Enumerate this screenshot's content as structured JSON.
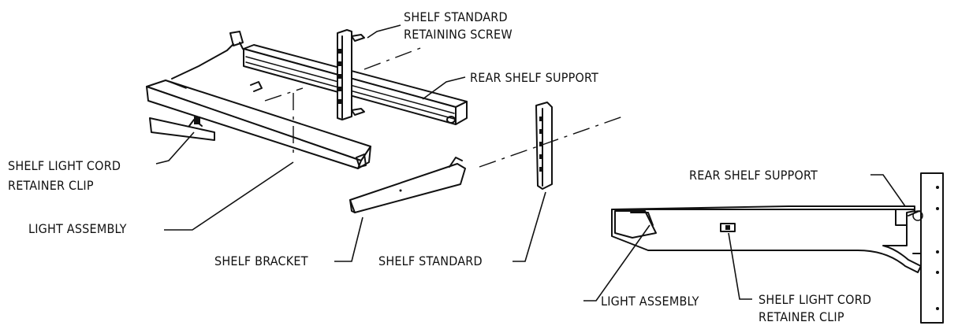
{
  "labels": {
    "shelf_standard_retaining_screw_1": "SHELF STANDARD",
    "shelf_standard_retaining_screw_2": "RETAINING SCREW",
    "rear_shelf_support": "REAR SHELF SUPPORT",
    "shelf_light_cord_retainer_clip_1": "SHELF LIGHT CORD",
    "shelf_light_cord_retainer_clip_2": "RETAINER CLIP",
    "light_assembly": "LIGHT ASSEMBLY",
    "shelf_bracket": "SHELF BRACKET",
    "shelf_standard": "SHELF STANDARD",
    "side_rear_shelf_support": "REAR SHELF SUPPORT",
    "side_light_assembly": "LIGHT ASSEMBLY",
    "side_cord_clip_1": "SHELF LIGHT CORD",
    "side_cord_clip_2": "RETAINER CLIP"
  }
}
